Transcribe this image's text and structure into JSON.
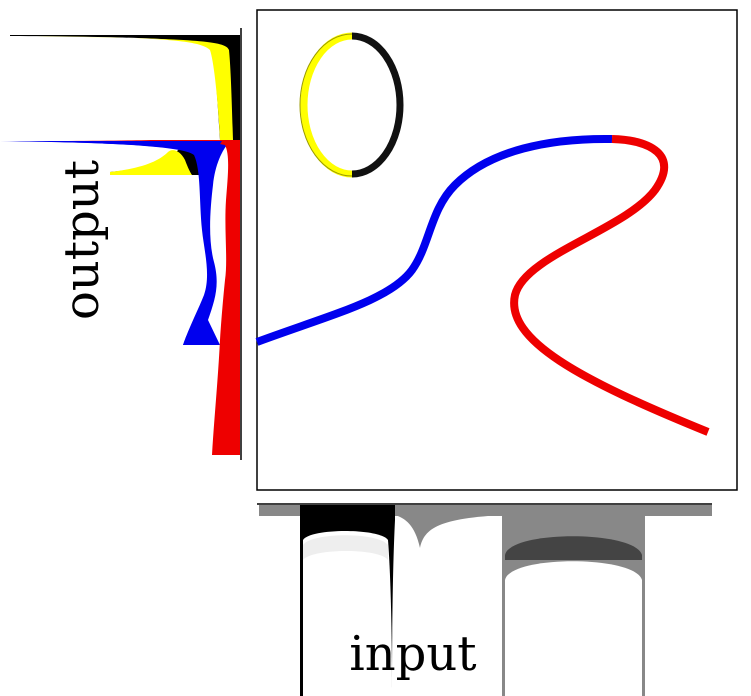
{
  "labels": {
    "input": "input",
    "output": "output"
  },
  "colors": {
    "background": "#ffffff",
    "frame": "#000000",
    "curve_blue": "#0000ee",
    "curve_red": "#ee0000",
    "ellipse_yellow": "#ffff00",
    "ellipse_black": "#111111",
    "input_gray_light": "#888888",
    "input_gray_dark": "#333333"
  },
  "icons": [
    "curve-plot",
    "input-density-profile",
    "output-density-profile"
  ]
}
